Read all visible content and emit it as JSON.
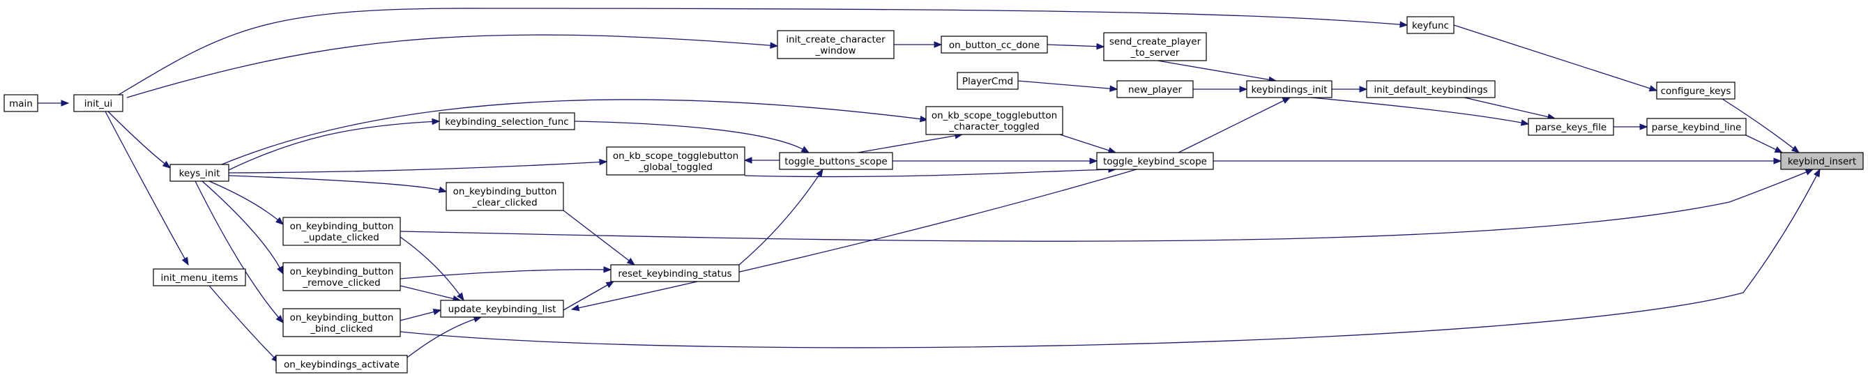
{
  "graph": {
    "highlight_color": "#bfbfbf",
    "edge_color": "#191970",
    "nodes": [
      {
        "id": "main",
        "lines": [
          "main"
        ]
      },
      {
        "id": "init_ui",
        "lines": [
          "init_ui"
        ]
      },
      {
        "id": "keys_init",
        "lines": [
          "keys_init"
        ]
      },
      {
        "id": "init_menu_items",
        "lines": [
          "init_menu_items"
        ]
      },
      {
        "id": "on_keybinding_button_update_clicked",
        "lines": [
          "on_keybinding_button",
          "_update_clicked"
        ]
      },
      {
        "id": "on_keybinding_button_remove_clicked",
        "lines": [
          "on_keybinding_button",
          "_remove_clicked"
        ]
      },
      {
        "id": "on_keybinding_button_bind_clicked",
        "lines": [
          "on_keybinding_button",
          "_bind_clicked"
        ]
      },
      {
        "id": "on_keybindings_activate",
        "lines": [
          "on_keybindings_activate"
        ]
      },
      {
        "id": "update_keybinding_list",
        "lines": [
          "update_keybinding_list"
        ]
      },
      {
        "id": "keybinding_selection_func",
        "lines": [
          "keybinding_selection_func"
        ]
      },
      {
        "id": "on_keybinding_button_clear_clicked",
        "lines": [
          "on_keybinding_button",
          "_clear_clicked"
        ]
      },
      {
        "id": "reset_keybinding_status",
        "lines": [
          "reset_keybinding_status"
        ]
      },
      {
        "id": "on_kb_scope_togglebutton_global_toggled",
        "lines": [
          "on_kb_scope_togglebutton",
          "_global_toggled"
        ]
      },
      {
        "id": "toggle_buttons_scope",
        "lines": [
          "toggle_buttons_scope"
        ]
      },
      {
        "id": "init_create_character_window",
        "lines": [
          "init_create_character",
          "_window"
        ]
      },
      {
        "id": "on_button_cc_done",
        "lines": [
          "on_button_cc_done"
        ]
      },
      {
        "id": "on_kb_scope_togglebutton_character_toggled",
        "lines": [
          "on_kb_scope_togglebutton",
          "_character_toggled"
        ]
      },
      {
        "id": "PlayerCmd",
        "lines": [
          "PlayerCmd"
        ]
      },
      {
        "id": "send_create_player_to_server",
        "lines": [
          "send_create_player",
          "_to_server"
        ]
      },
      {
        "id": "new_player",
        "lines": [
          "new_player"
        ]
      },
      {
        "id": "toggle_keybind_scope",
        "lines": [
          "toggle_keybind_scope"
        ]
      },
      {
        "id": "keybindings_init",
        "lines": [
          "keybindings_init"
        ]
      },
      {
        "id": "keyfunc",
        "lines": [
          "keyfunc"
        ]
      },
      {
        "id": "init_default_keybindings",
        "lines": [
          "init_default_keybindings"
        ]
      },
      {
        "id": "parse_keys_file",
        "lines": [
          "parse_keys_file"
        ]
      },
      {
        "id": "configure_keys",
        "lines": [
          "configure_keys"
        ]
      },
      {
        "id": "parse_keybind_line",
        "lines": [
          "parse_keybind_line"
        ]
      },
      {
        "id": "keybind_insert",
        "lines": [
          "keybind_insert"
        ],
        "highlight": true
      }
    ]
  }
}
